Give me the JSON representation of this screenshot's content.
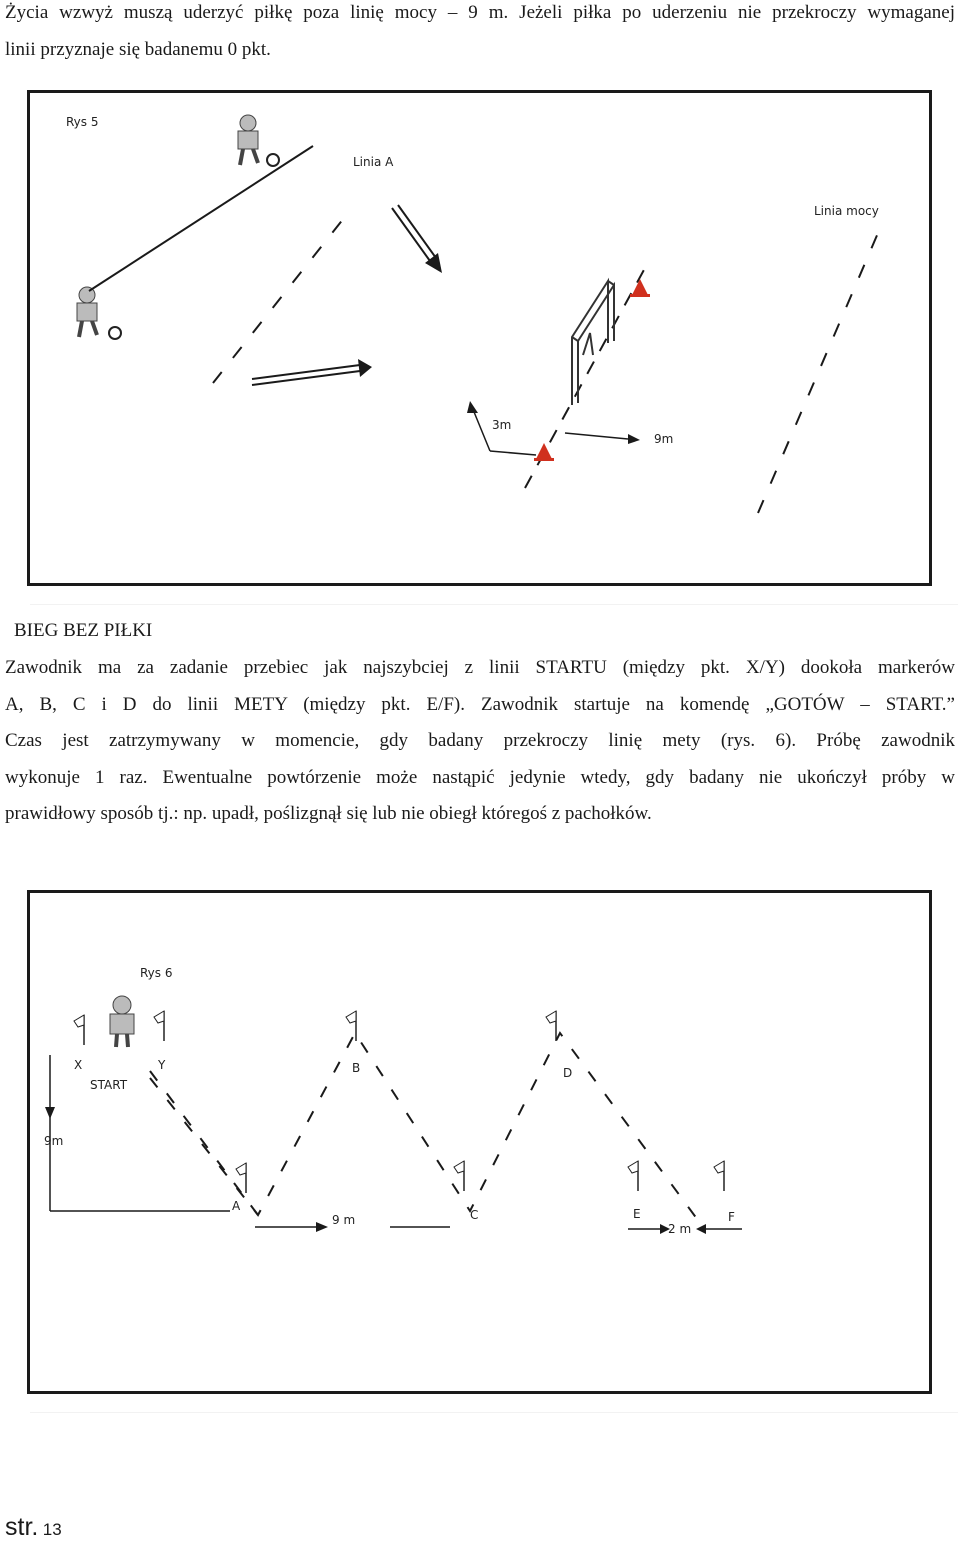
{
  "intro": {
    "line1": "Życia wzwyż muszą uderzyć piłkę poza linię mocy – 9 m. Jeżeli piłka po uderzeniu nie przekroczy wymaganej",
    "line2": "linii przyznaje się badanemu 0 pkt."
  },
  "figure5": {
    "title": "Rys 5",
    "linia_a": "Linia A",
    "linia_mocy": "Linia mocy",
    "dist_3m": "3m",
    "dist_9m": "9m"
  },
  "section": {
    "heading": "BIEG BEZ PIŁKI",
    "lines": [
      "Zawodnik ma za zadanie przebiec jak najszybciej z linii STARTU (między pkt. X/Y) dookoła markerów",
      "A, B, C i D do linii METY (między pkt. E/F). Zawodnik startuje na komendę „GOTÓW – START.”",
      "Czas jest zatrzymywany w momencie, gdy badany przekroczy linię mety (rys. 6). Próbę zawodnik",
      "wykonuje 1 raz. Ewentualne powtórzenie może nastąpić jedynie wtedy, gdy badany nie ukończył próby w",
      "prawidłowy sposób tj.: np. upadł, poślizgnął się lub nie obiegł któregoś z pachołków."
    ]
  },
  "figure6": {
    "title": "Rys 6",
    "x": "X",
    "y": "Y",
    "start": "START",
    "dist_9m_left": "9m",
    "a": "A",
    "b": "B",
    "c": "C",
    "d": "D",
    "e": "E",
    "f": "F",
    "dist_9m": "9 m",
    "dist_2m": "2 m"
  },
  "footer": {
    "str": "str.",
    "page": "13"
  },
  "colors": {
    "cone": "#d0301e",
    "ink": "#1a1a1a"
  }
}
